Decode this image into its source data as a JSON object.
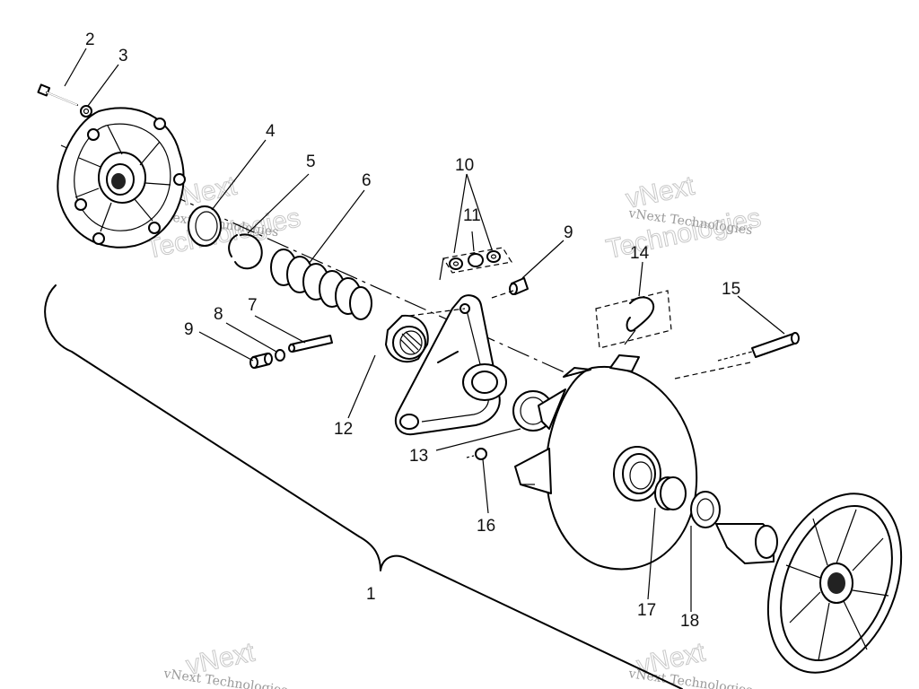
{
  "callouts": {
    "c1": "1",
    "c2": "2",
    "c3": "3",
    "c4": "4",
    "c5": "5",
    "c6": "6",
    "c7": "7",
    "c8": "8",
    "c9a": "9",
    "c9b": "9",
    "c10": "10",
    "c11": "11",
    "c12": "12",
    "c13": "13",
    "c14": "14",
    "c15": "15",
    "c16": "16",
    "c17": "17",
    "c18": "18"
  },
  "watermarks": {
    "small": "vNext Technologies",
    "big_top": "vNext",
    "big_bottom": "Technologies"
  }
}
